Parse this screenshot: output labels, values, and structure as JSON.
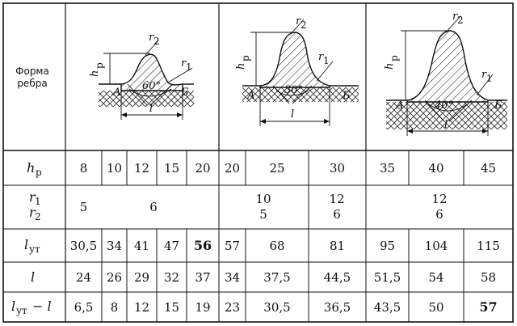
{
  "header": {
    "label_line1": "Форма",
    "label_line2": "ребра"
  },
  "figures": [
    {
      "angle": "60°",
      "labels": {
        "h": "h",
        "h_sub": "р",
        "r2": "r",
        "r2_sub": "2",
        "r1": "r",
        "r1_sub": "1",
        "l": "l",
        "a": "А",
        "b": "Б"
      }
    },
    {
      "angle": "30°",
      "labels": {
        "h": "h",
        "h_sub": "р",
        "r2": "r",
        "r2_sub": "2",
        "r1": "r",
        "r1_sub": "1",
        "l": "l",
        "a": "А",
        "b": "Б"
      }
    },
    {
      "angle": "40°",
      "labels": {
        "h": "h",
        "h_sub": "р",
        "r2": "r",
        "r2_sub": "2",
        "r1": "r",
        "r1_sub": "1",
        "l": "l",
        "a": "А",
        "b": "Б"
      }
    }
  ],
  "rows": {
    "hp": {
      "sym": "h",
      "sub": "р",
      "values": [
        "8",
        "10",
        "12",
        "15",
        "20",
        "20",
        "25",
        "30",
        "35",
        "40",
        "45"
      ]
    },
    "r": {
      "sym1": "r",
      "sub1": "1",
      "sym2": "r",
      "sub2": "2",
      "group1_r1": "5",
      "group2_r1": "6",
      "group3_r1": "10",
      "group3_r2": "5",
      "group4_r1": "12",
      "group4_r2": "6",
      "group5_r1": "12",
      "group5_r2": "6"
    },
    "lyt": {
      "sym": "l",
      "sub": "ут",
      "values": [
        "30,5",
        "34",
        "41",
        "47",
        "56",
        "57",
        "68",
        "81",
        "95",
        "104",
        "115"
      ]
    },
    "l": {
      "sym": "l",
      "values": [
        "24",
        "26",
        "29",
        "32",
        "37",
        "34",
        "37,5",
        "44,5",
        "51,5",
        "54",
        "58"
      ]
    },
    "diff": {
      "sym": "l",
      "sub": "ут",
      "rest": " − l",
      "values": [
        "6,5",
        "8",
        "12",
        "15",
        "19",
        "23",
        "30,5",
        "36,5",
        "43,5",
        "50",
        "57"
      ]
    }
  }
}
